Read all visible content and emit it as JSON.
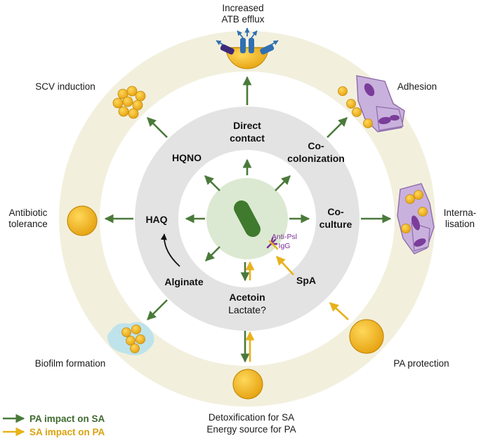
{
  "colors": {
    "pa_arrow": "#4a7a3a",
    "sa_arrow": "#e7b21a",
    "outer_ring": "#f2f0dd",
    "middle_ring": "#e3e3e3",
    "core": "#dce9d2",
    "bacterium": "#3f7a2e",
    "sa_cell": "#f0b21c",
    "host_cell": "#c9b1dd",
    "antibody": "#7b2d95",
    "biofilm": "#bfe3ea"
  },
  "icons": [
    "pa-bacterium-icon",
    "antibody-icon",
    "efflux-pump-icon",
    "host-cell-icon",
    "sa-cell-icon",
    "biofilm-icon"
  ],
  "outer_labels": {
    "efflux_1": "Increased",
    "efflux_2": "ATB efflux",
    "scv": "SCV induction",
    "adhesion": "Adhesion",
    "internalisation_1": "Interna-",
    "internalisation_2": "lisation",
    "tolerance_1": "Antibiotic",
    "tolerance_2": "tolerance",
    "biofilm": "Biofilm formation",
    "protection": "PA protection",
    "detox_1": "Detoxification for SA",
    "detox_2": "Energy source for PA"
  },
  "mechanisms": {
    "direct_1": "Direct",
    "direct_2": "contact",
    "hqno": "HQNO",
    "colonization_1": "Co-",
    "colonization_2": "colonization",
    "haq": "HAQ",
    "coculture_1": "Co-",
    "coculture_2": "culture",
    "alginate": "Alginate",
    "spa": "SpA",
    "acetoin": "Acetoin",
    "lactate": "Lactate?"
  },
  "antibody": {
    "label_1": "Anti-Psl",
    "label_2": "IgG"
  },
  "legend": {
    "pa_on_sa": "PA impact on SA",
    "sa_on_pa": "SA impact on PA"
  }
}
